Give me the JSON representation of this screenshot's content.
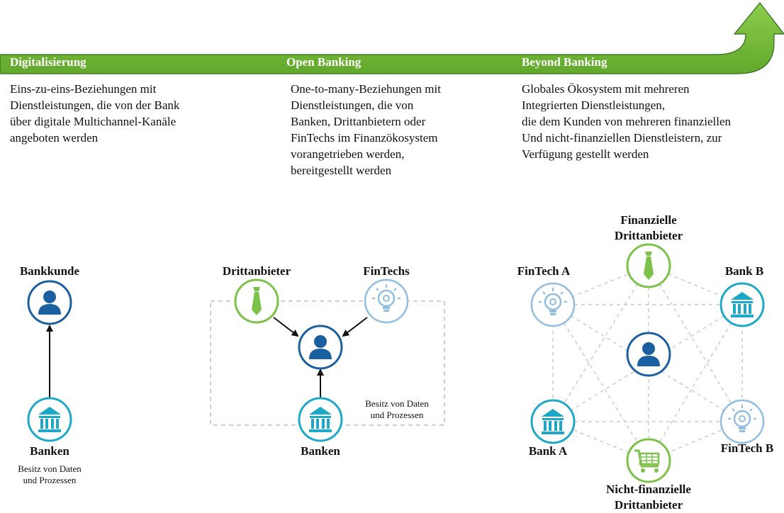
{
  "stages": [
    {
      "title": "Digitalisierung",
      "description": "Eins-zu-eins-Beziehungen mit\nDienstleistungen, die von der Bank\nüber digitale Multichannel-Kanäle\nangeboten werden"
    },
    {
      "title": "Open Banking",
      "description": "One-to-many-Beziehungen mit\nDienstleistungen, die von\nBanken, Drittanbietern oder\nFinTechs im Finanzökosystem\nvorangetrieben werden,\nbereitgestellt werden"
    },
    {
      "title": "Beyond Banking",
      "description": "Globales Ökosystem mit mehreren\nIntegrierten Dienstleistungen,\ndie dem Kunden von mehreren finanziellen\nUnd nicht-finanziellen Dienstleistern, zur\nVerfügung gestellt werden"
    }
  ],
  "digitalisierung": {
    "customer_label": "Bankkunde",
    "bank_label": "Banken",
    "ownership_note": "Besitz von Daten\nund Prozessen"
  },
  "open_banking": {
    "third_party_label": "Drittanbieter",
    "fintech_label": "FinTechs",
    "bank_label": "Banken",
    "ownership_note": "Besitz von Daten\nund Prozessen"
  },
  "beyond_banking": {
    "financial_third_party_label": "Finanzielle\nDrittanbieter",
    "fintech_a_label": "FinTech A",
    "bank_b_label": "Bank B",
    "bank_a_label": "Bank A",
    "fintech_b_label": "FinTech B",
    "non_financial_label": "Nicht-finanzielle\nDrittanbieter"
  },
  "colors": {
    "arrow_green": "#76b83c",
    "customer_blue": "#1a5fa0",
    "bank_teal": "#1ea8c8",
    "fintech_light": "#90bde0",
    "third_party_green": "#7cc24a",
    "dashed_gray": "#c8c8c8"
  }
}
